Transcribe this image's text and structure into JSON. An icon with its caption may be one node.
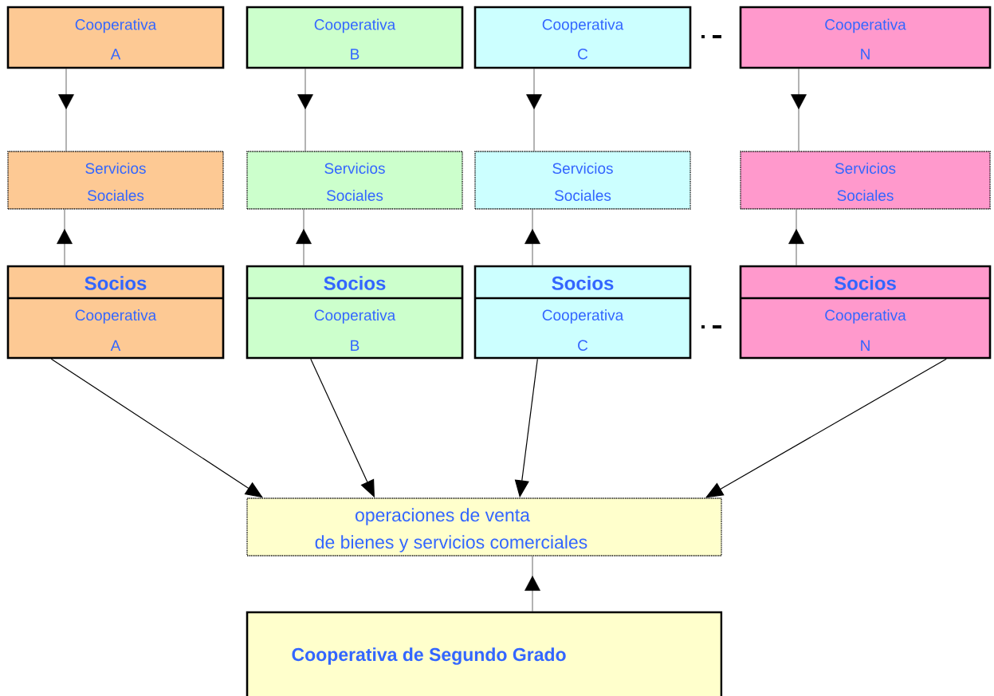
{
  "diagram": {
    "nodes": [
      {
        "text": [
          "Cooperativa A"
        ]
      },
      {
        "text": [
          "Cooperativa B"
        ]
      },
      {
        "text": [
          "Cooperativa C"
        ]
      },
      {
        "text": [
          "Cooperativa N"
        ]
      },
      {
        "text": [
          "Servicios Sociales"
        ]
      },
      {
        "text": [
          "Servicios Sociales"
        ]
      },
      {
        "text": [
          "Servicios Sociales"
        ]
      },
      {
        "text": [
          "Servicios Sociales"
        ]
      },
      {
        "text": [
          "Socios",
          "Cooperativa A"
        ]
      },
      {
        "text": [
          "Socios",
          "Cooperativa B"
        ]
      },
      {
        "text": [
          "Socios",
          "Cooperativa C"
        ]
      },
      {
        "text": [
          "Socios",
          "Cooperativa N"
        ]
      },
      {
        "text": [
          "operaciones de venta",
          "de bienes y servicios comerciales"
        ]
      },
      {
        "text": [
          "Cooperativa de Segundo Grado"
        ]
      }
    ],
    "edges": [
      {
        "from": 0,
        "to": 4,
        "arrow": "to"
      },
      {
        "from": 1,
        "to": 5,
        "arrow": "to"
      },
      {
        "from": 2,
        "to": 6,
        "arrow": "to"
      },
      {
        "from": 3,
        "to": 7,
        "arrow": "to"
      },
      {
        "from": 8,
        "to": 4,
        "arrow": "to"
      },
      {
        "from": 9,
        "to": 5,
        "arrow": "to"
      },
      {
        "from": 10,
        "to": 6,
        "arrow": "to"
      },
      {
        "from": 11,
        "to": 7,
        "arrow": "to"
      },
      {
        "from": 8,
        "to": 12,
        "arrow": "to"
      },
      {
        "from": 9,
        "to": 12,
        "arrow": "to"
      },
      {
        "from": 10,
        "to": 12,
        "arrow": "to"
      },
      {
        "from": 11,
        "to": 12,
        "arrow": "to"
      },
      {
        "from": 13,
        "to": 12,
        "arrow": "to"
      }
    ]
  }
}
